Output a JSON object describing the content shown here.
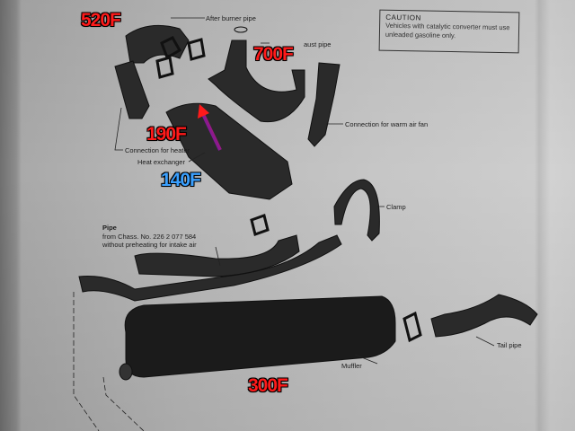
{
  "caution": {
    "title": "CAUTION",
    "body": "Vehicles with catalytic converter must use unleaded gasoline only."
  },
  "labels": {
    "after_burner_pipe": "After burner pipe",
    "exhaust_pipe": "aust pipe",
    "warm_air_fan": "Connection for warm air fan",
    "connection_heater": "Connection for heater",
    "heat_exchanger": "Heat exchanger",
    "clamp": "Clamp",
    "pipe_title": "Pipe",
    "pipe_line1": "from Chass. No. 226 2 077 584",
    "pipe_line2": "without preheating for intake air",
    "muffler": "Muffler",
    "tail_pipe": "Tail pipe"
  },
  "temperatures": {
    "after_burner": "520F",
    "exhaust": "700F",
    "heater_outlet": "190F",
    "heater_inlet": "140F",
    "muffler": "300F"
  },
  "colors": {
    "hot": "#ff1a1a",
    "cool": "#3aa0ff",
    "arrow_start": "#1a1aff",
    "arrow_end": "#ff1a1a"
  }
}
